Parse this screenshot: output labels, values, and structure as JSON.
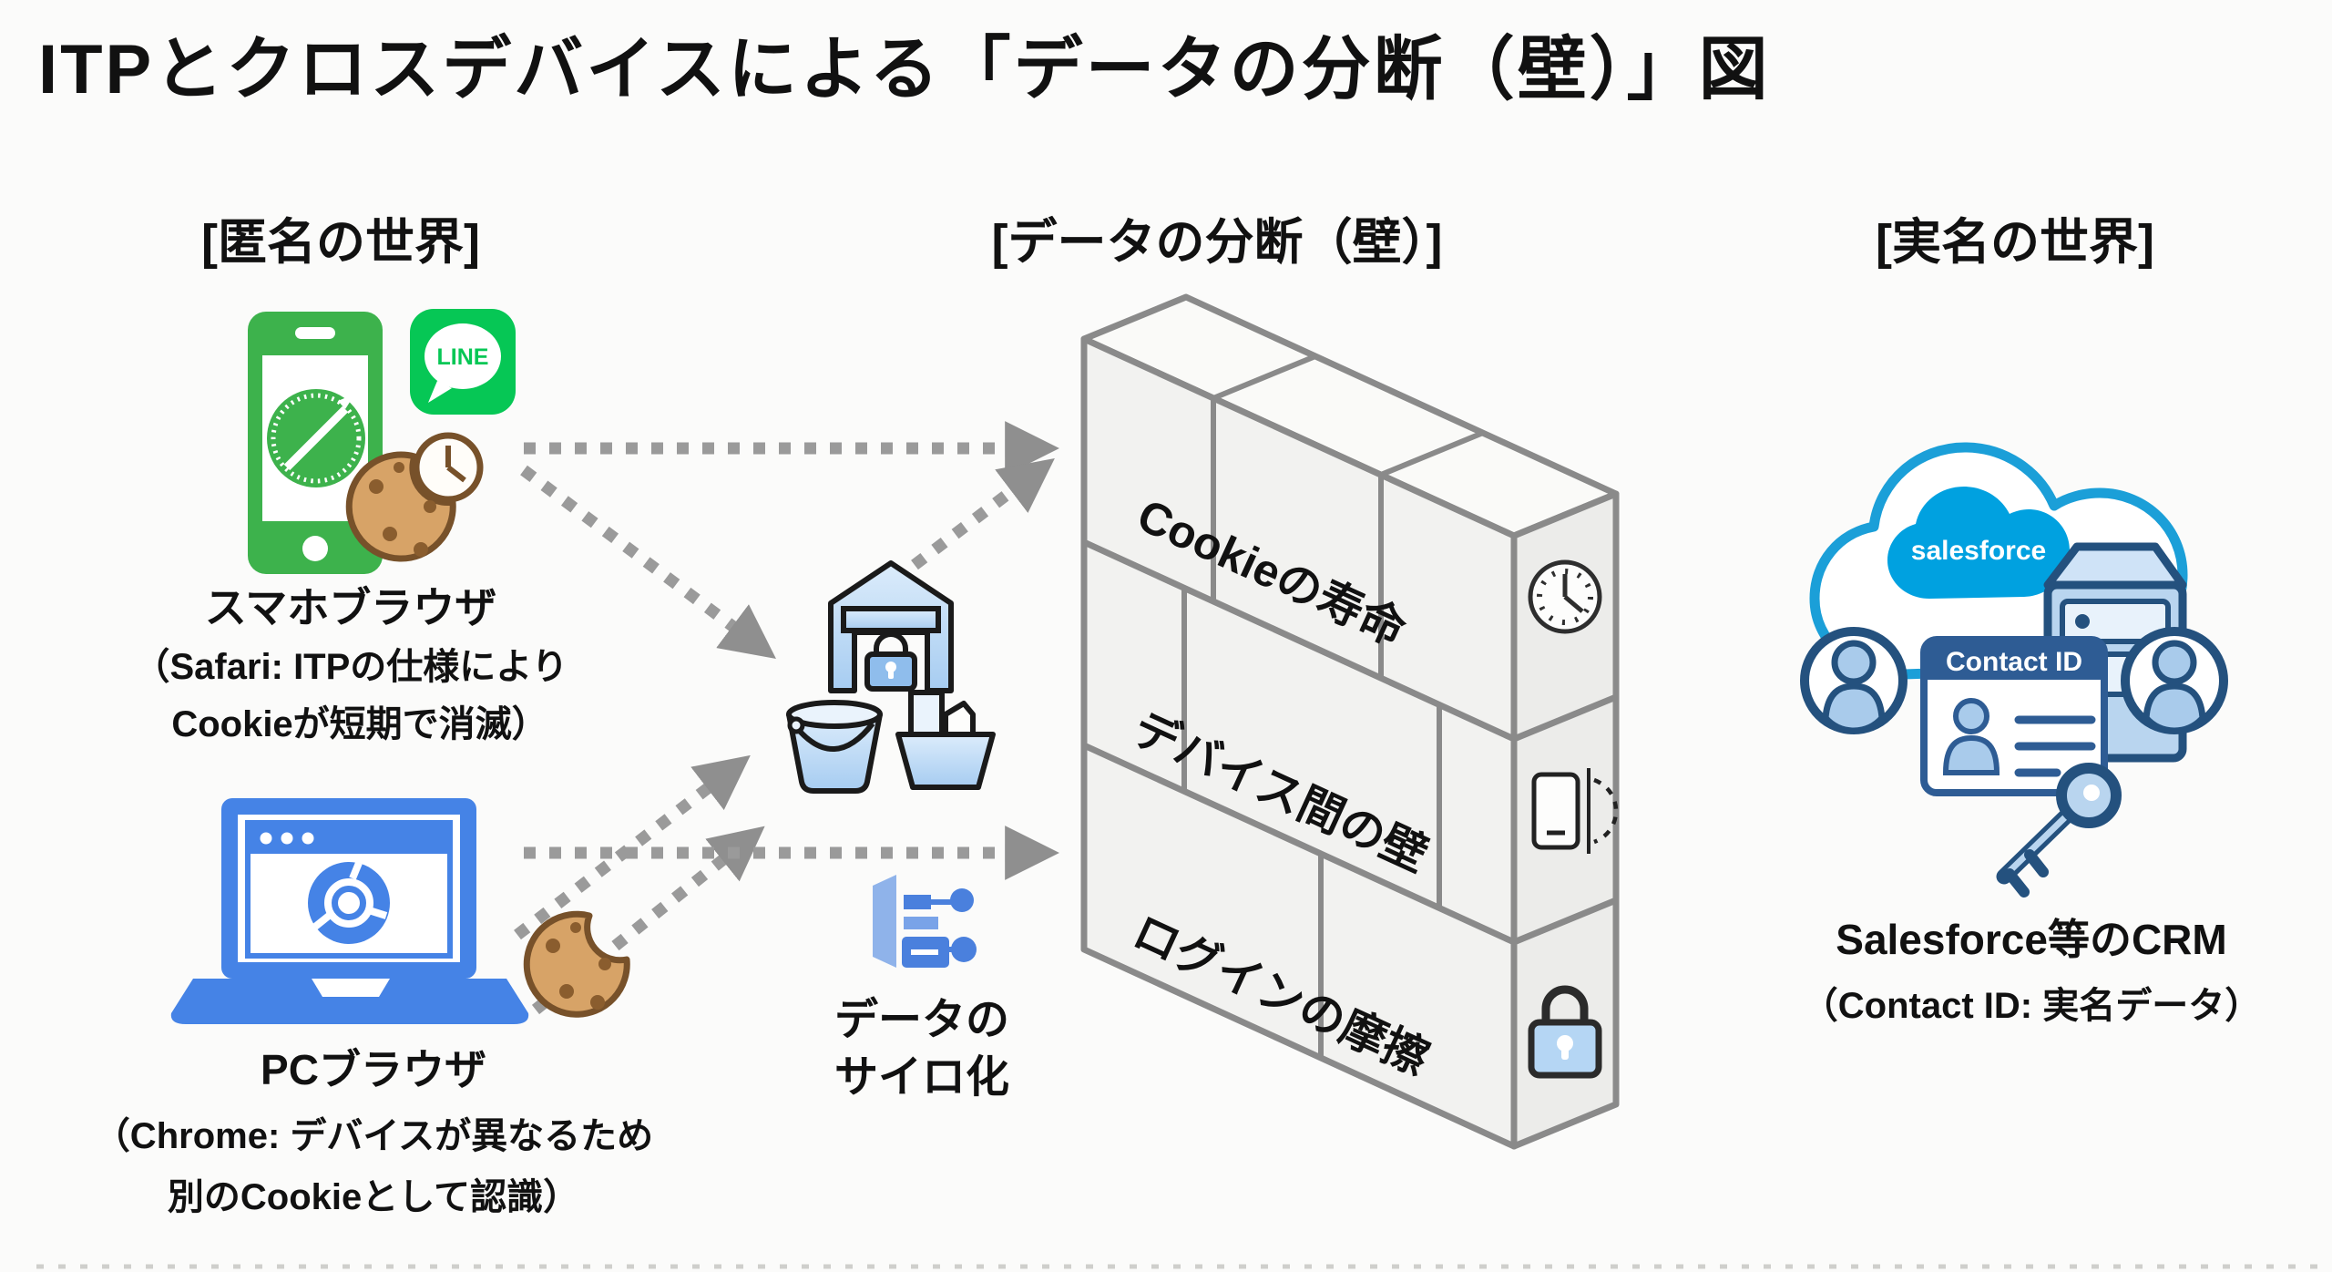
{
  "title": "ITPとクロスデバイスによる「データの分断（壁）」図",
  "headers": {
    "left": "[匿名の世界]",
    "center": "[データの分断（壁）]",
    "right": "[実名の世界]"
  },
  "mobile": {
    "line_label": "LINE",
    "label": "スマホブラウザ",
    "sub1": "（Safari: ITPの仕様により",
    "sub2": "Cookieが短期で消滅）",
    "icons": [
      "smartphone-safari-icon",
      "line-app-icon",
      "bitten-cookie-icon",
      "clock-icon"
    ]
  },
  "pc": {
    "label": "PCブラウザ",
    "sub1": "（Chrome: デバイスが異なるため",
    "sub2": "別のCookieとして認識）",
    "icons": [
      "laptop-chrome-icon",
      "bitten-cookie-icon"
    ]
  },
  "silo": {
    "line1": "データの",
    "line2": "サイロ化",
    "icons": [
      "warehouse-lock-icon",
      "bucket-icon",
      "box-files-icon",
      "data-flow-icon"
    ]
  },
  "wall": {
    "rows": [
      {
        "label": "Cookieの寿命",
        "icon": "clock-icon"
      },
      {
        "label": "デバイス間の壁",
        "icon": "device-rotate-icon"
      },
      {
        "label": "ログインの摩擦",
        "icon": "padlock-icon"
      }
    ]
  },
  "crm": {
    "logo_text": "salesforce",
    "card_header": "Contact ID",
    "label": "Salesforce等のCRM",
    "sub": "（Contact ID: 実名データ）",
    "icons": [
      "cloud-icon",
      "server-icon",
      "user-icon",
      "id-card-icon",
      "key-icon"
    ]
  },
  "colors": {
    "phone_green": "#3db24c",
    "line_green": "#06C755",
    "pc_blue": "#4583e6",
    "cookie_tan": "#d7a367",
    "cookie_brown": "#77512a",
    "icon_light_blue": "#b9d5ef",
    "navy": "#24517e",
    "salesforce_blue": "#00a1e0",
    "cloud_outline": "#1b9fd8",
    "wall_fill": "#f2f2f0",
    "wall_border": "#8a8a8a",
    "arrow_gray": "#9a9a9a",
    "text": "#111111"
  }
}
